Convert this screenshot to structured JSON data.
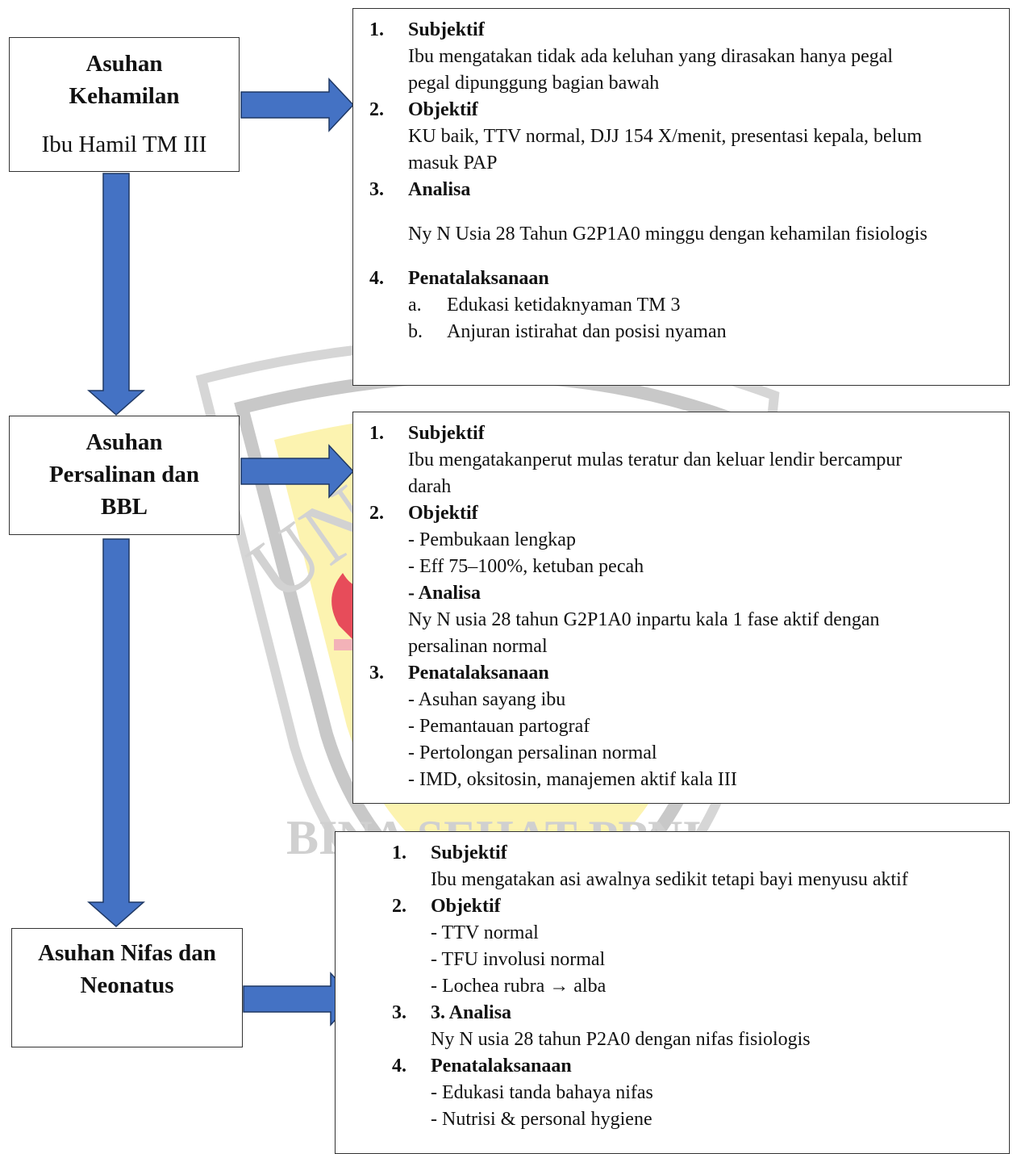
{
  "colors": {
    "arrow_fill": "#4472C4",
    "arrow_stroke": "#1F3864",
    "watermark_gray": "#C8C8C8",
    "watermark_yellow": "#FCF3B0",
    "watermark_red": "#E74C5A"
  },
  "stages": [
    {
      "title": "Asuhan Kehamilan",
      "subtitle": "Ibu Hamil TM III"
    },
    {
      "title": "Asuhan Persalinan dan BBL"
    },
    {
      "title": "Asuhan Nifas dan Neonatus"
    }
  ],
  "panel1": {
    "s1": {
      "num": "1.",
      "head": "Subjektif",
      "lines": [
        "Ibu mengatakan tidak ada keluhan yang dirasakan hanya pegal",
        "pegal dipunggung bagian bawah"
      ]
    },
    "s2": {
      "num": "2.",
      "head": "Objektif",
      "lines": [
        "KU baik, TTV normal, DJJ 154 X/menit, presentasi kepala, belum",
        "masuk PAP"
      ]
    },
    "s3": {
      "num": "3.",
      "head": "Analisa",
      "lines": [
        "Ny N Usia 28 Tahun G2P1A0 minggu dengan kehamilan fisiologis"
      ]
    },
    "s4": {
      "num": "4.",
      "head": "Penatalaksanaan",
      "items": [
        {
          "letter": "a.",
          "text": "Edukasi ketidaknyaman TM 3"
        },
        {
          "letter": "b.",
          "text": "Anjuran istirahat dan posisi nyaman"
        }
      ]
    }
  },
  "panel2": {
    "s1": {
      "num": "1.",
      "head": "Subjektif",
      "lines": [
        "Ibu mengatakanperut mulas teratur dan keluar lendir bercampur",
        "darah"
      ]
    },
    "s2": {
      "num": "2.",
      "head": "Objektif",
      "lines": [
        "- Pembukaan lengkap",
        "- Eff 75–100%, ketuban pecah"
      ]
    },
    "analisa": {
      "head": "- Analisa",
      "lines": [
        "Ny N usia 28 tahun G2P1A0 inpartu kala 1 fase aktif dengan",
        "persalinan normal"
      ]
    },
    "s3": {
      "num": "3.",
      "head": "Penatalaksanaan",
      "lines": [
        "- Asuhan sayang ibu",
        "- Pemantauan partograf",
        "- Pertolongan persalinan normal",
        "- IMD, oksitosin, manajemen aktif kala III"
      ]
    }
  },
  "panel3": {
    "s1": {
      "num": "1.",
      "head": "Subjektif",
      "lines": [
        "Ibu mengatakan asi awalnya sedikit tetapi bayi menyusu aktif"
      ]
    },
    "s2": {
      "num": "2.",
      "head": "Objektif",
      "lines": [
        "- TTV normal",
        "- TFU involusi normal",
        "- Lochea rubra → alba"
      ]
    },
    "s3": {
      "num": "3.",
      "head": "3. Analisa",
      "lines": [
        "Ny N usia 28 tahun P2A0 dengan nifas fisiologis"
      ]
    },
    "s4": {
      "num": "4.",
      "head": "Penatalaksanaan",
      "lines": [
        "- Edukasi tanda bahaya nifas",
        "- Nutrisi & personal hygiene"
      ]
    }
  }
}
